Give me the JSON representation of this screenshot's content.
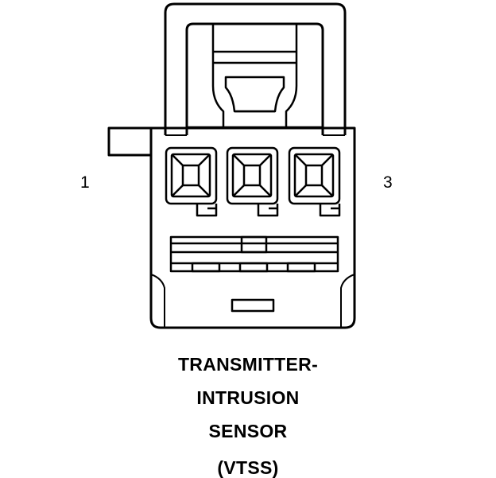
{
  "pins": {
    "left_label": "1",
    "right_label": "3"
  },
  "caption": {
    "line1": "TRANSMITTER-",
    "line2": "INTRUSION",
    "line3": "SENSOR",
    "line4": "(VTSS)"
  },
  "colors": {
    "stroke": "#000000",
    "background": "#ffffff"
  }
}
